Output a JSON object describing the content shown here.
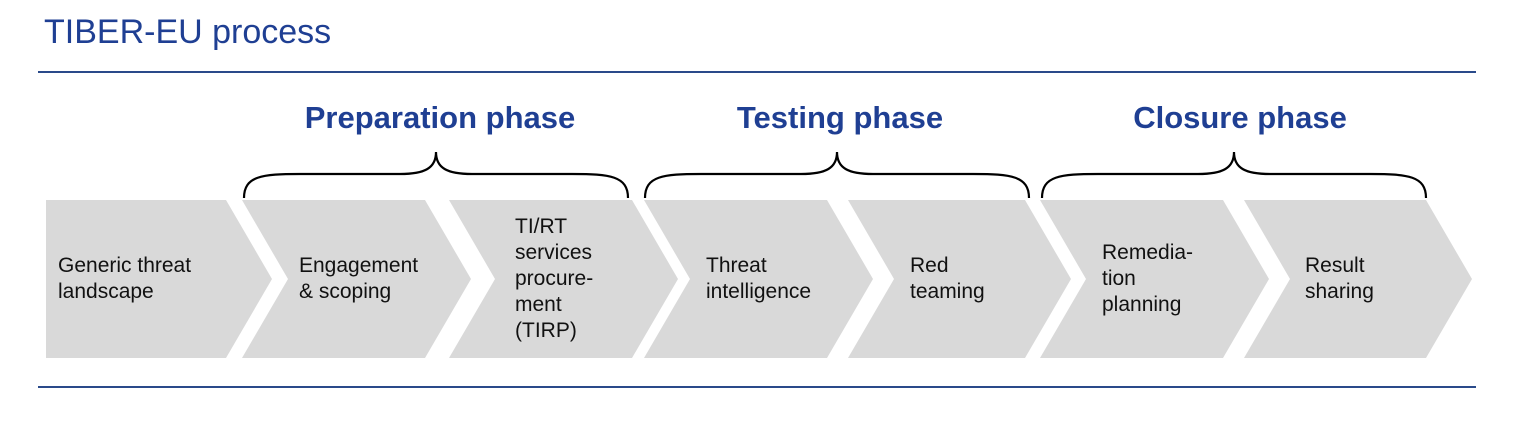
{
  "title": "TIBER-EU process",
  "colors": {
    "title": "#1f3f93",
    "rule": "#2a4a8a",
    "chevron_fill": "#d9d9d9",
    "brace": "#000000",
    "text": "#111111"
  },
  "phases": [
    {
      "label": "Preparation phase"
    },
    {
      "label": "Testing phase"
    },
    {
      "label": "Closure phase"
    }
  ],
  "steps": [
    {
      "label": "Generic threat\nlandscape"
    },
    {
      "label": "Engagement\n& scoping"
    },
    {
      "label": "TI/RT\nservices\nprocure-\nment\n(TIRP)"
    },
    {
      "label": "Threat\nintelligence"
    },
    {
      "label": "Red\nteaming"
    },
    {
      "label": "Remedia-\ntion\nplanning"
    },
    {
      "label": "Result\nsharing"
    }
  ]
}
